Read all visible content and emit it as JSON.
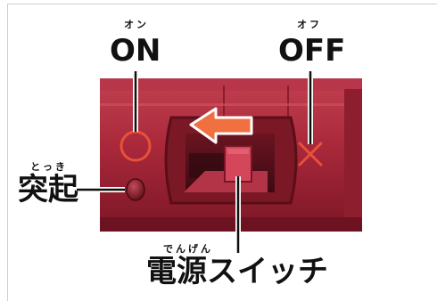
{
  "labels": {
    "on": {
      "text": "ON",
      "ruby": "オン"
    },
    "off": {
      "text": "OFF",
      "ruby": "オフ"
    },
    "protrusion": {
      "text": "突起",
      "ruby": "とっき"
    },
    "power_switch": {
      "text": "電源スイッチ",
      "ruby": "でんげん"
    }
  },
  "symbols": {
    "on_symbol": "circle-icon",
    "off_symbol": "cross-icon",
    "direction": "arrow-left-icon"
  },
  "colors": {
    "body_red": "#a8283a",
    "dark_red": "#5e0f1a",
    "symbol_orange": "#e8503c",
    "arrow_orange": "#f07040"
  }
}
